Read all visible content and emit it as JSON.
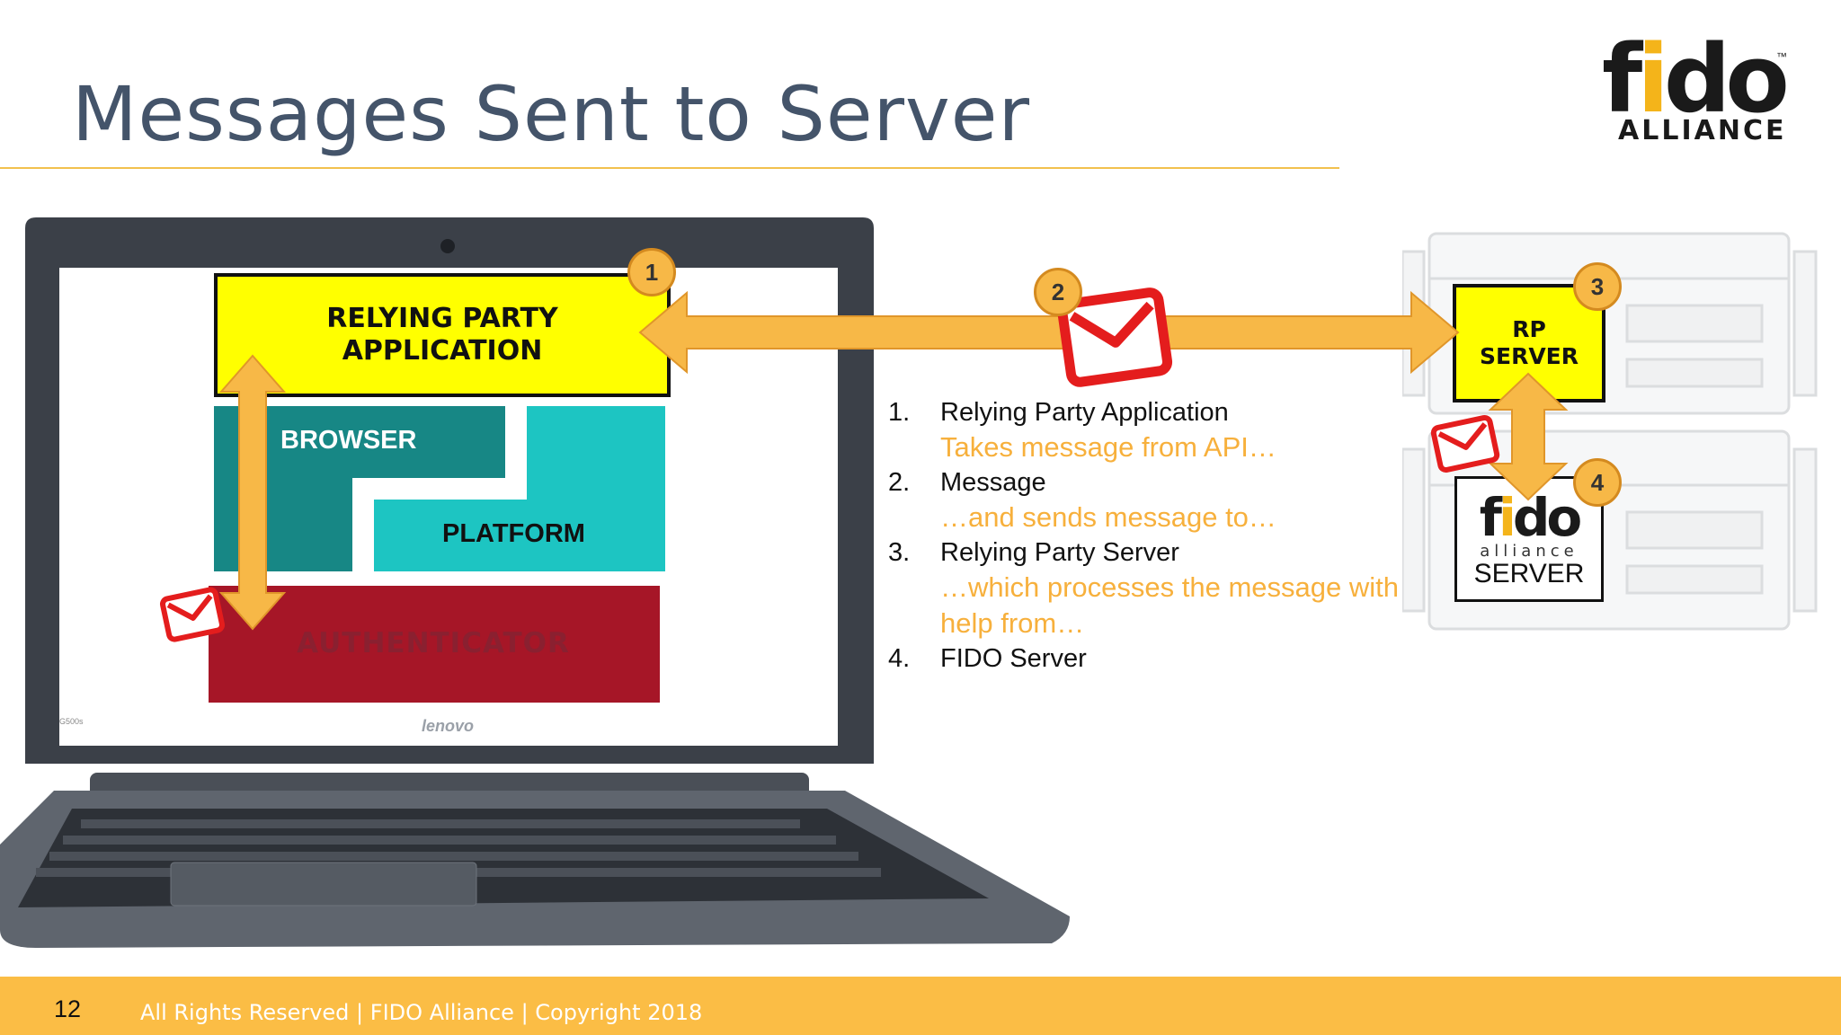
{
  "slide": {
    "title": "Messages Sent to Server",
    "page_number": "12",
    "footer_text": "All Rights Reserved | FIDO Alliance | Copyright 2018"
  },
  "logo": {
    "word_f": "f",
    "word_i": "i",
    "word_do": "do",
    "trademark": "™",
    "subtitle": "ALLIANCE"
  },
  "laptop": {
    "brand": "lenovo",
    "model": "G500s",
    "rp_application_line1": "RELYING PARTY",
    "rp_application_line2": "APPLICATION",
    "browser": "BROWSER",
    "platform": "PLATFORM",
    "authenticator": "AUTHENTICATOR"
  },
  "servers": {
    "rp_server_line1": "RP",
    "rp_server_line2": "SERVER",
    "fido_word_f": "f",
    "fido_word_i": "i",
    "fido_word_do": "do",
    "fido_sub": "alliance",
    "fido_server": "SERVER"
  },
  "badges": [
    "1",
    "2",
    "3",
    "4"
  ],
  "steps": [
    {
      "num": "1.",
      "label": "Relying Party Application",
      "note": "Takes message from API…"
    },
    {
      "num": "2.",
      "label": "Message",
      "note": "…and sends message to…"
    },
    {
      "num": "3.",
      "label": "Relying Party Server",
      "note": "…which processes the message with help from…"
    },
    {
      "num": "4.",
      "label": "FIDO Server",
      "note": ""
    }
  ],
  "colors": {
    "accent_orange": "#f7b847",
    "footer": "#fbbd45",
    "rp_yellow": "#ffff00",
    "browser_teal": "#178785",
    "platform_cyan": "#1dc5c2",
    "authenticator_red": "#a61627",
    "envelope_red": "#e41d1d",
    "title": "#44546a"
  }
}
